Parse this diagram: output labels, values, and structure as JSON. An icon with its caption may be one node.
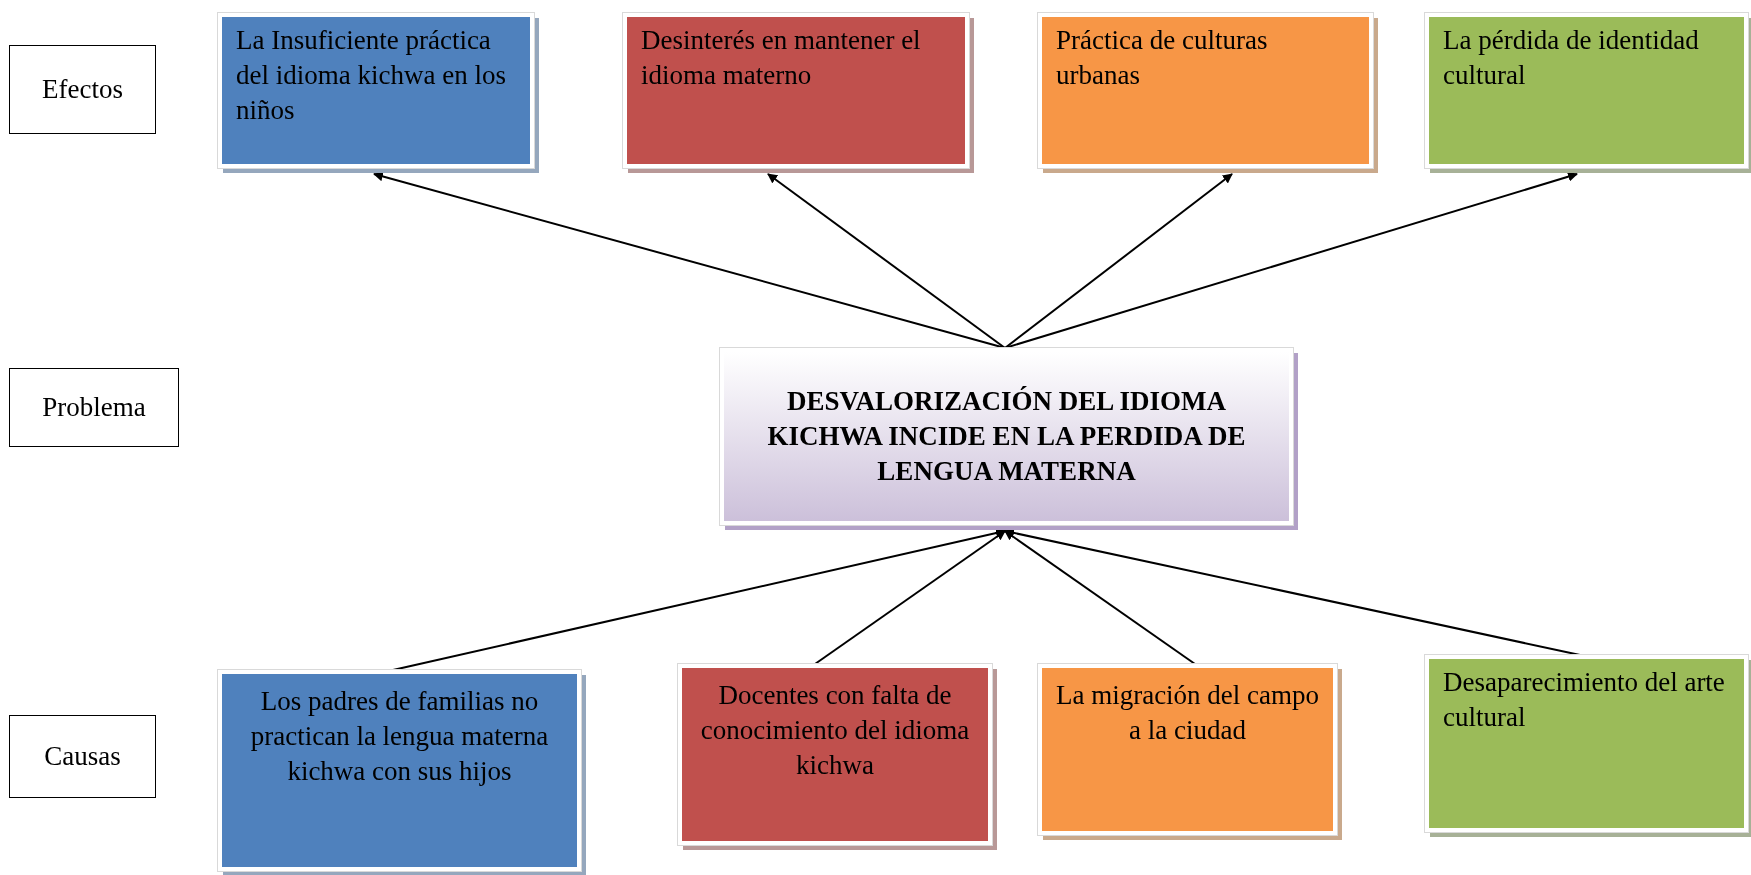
{
  "diagram": {
    "nodes": [
      {
        "text": [
          "Efectos"
        ]
      },
      {
        "text": [
          "La Insuficiente práctica del idioma kichwa en los niños"
        ]
      },
      {
        "text": [
          "Desinterés  en mantener  el idioma materno"
        ]
      },
      {
        "text": [
          "Práctica de culturas urbanas"
        ]
      },
      {
        "text": [
          "La pérdida de identidad cultural"
        ]
      },
      {
        "text": [
          "Problema"
        ]
      },
      {
        "text": [
          "DESVALORIZACIÓN  DEL IDIOMA KICHWA INCIDE EN LA PERDIDA DE  LENGUA MATERNA"
        ]
      },
      {
        "text": [
          "Causas"
        ]
      },
      {
        "text": [
          "Los padres de familias no practican la lengua materna kichwa con sus hijos"
        ]
      },
      {
        "text": [
          "Docentes con falta de conocimiento del idioma kichwa"
        ]
      },
      {
        "text": [
          "La migración del campo a la ciudad"
        ]
      },
      {
        "text": [
          "Desaparecimiento del arte cultural"
        ]
      }
    ],
    "edges": [
      {
        "from": 6,
        "to": 1,
        "arrow": "to"
      },
      {
        "from": 6,
        "to": 2,
        "arrow": "to"
      },
      {
        "from": 6,
        "to": 3,
        "arrow": "to"
      },
      {
        "from": 6,
        "to": 4,
        "arrow": "to"
      },
      {
        "from": 8,
        "to": 6,
        "arrow": "to"
      },
      {
        "from": 9,
        "to": 6,
        "arrow": "to"
      },
      {
        "from": 10,
        "to": 6,
        "arrow": "to"
      },
      {
        "from": 11,
        "to": 6,
        "arrow": "to"
      }
    ]
  }
}
